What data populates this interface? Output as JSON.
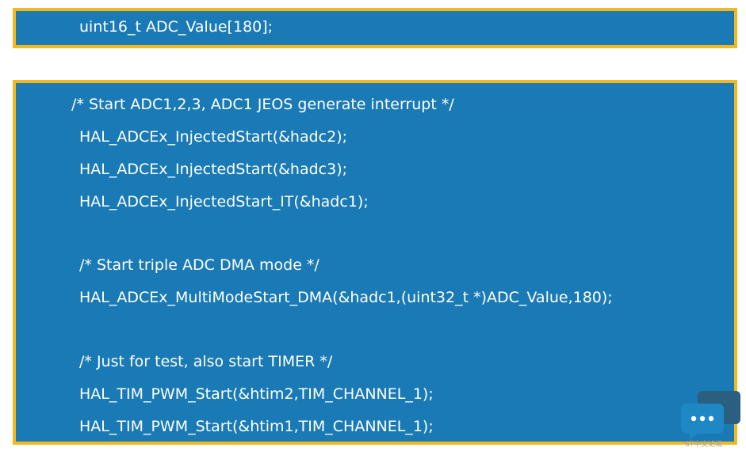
{
  "declaration_box": {
    "line": "uint16_t ADC_Value[180];"
  },
  "code_box": {
    "lines": [
      "/* Start ADC1,2,3, ADC1 JEOS generate interrupt */",
      "HAL_ADCEx_InjectedStart(&hadc2);",
      "HAL_ADCEx_InjectedStart(&hadc3);",
      "HAL_ADCEx_InjectedStart_IT(&hadc1);",
      "/* Start triple ADC DMA mode */",
      "HAL_ADCEx_MultiModeStart_DMA(&hadc1,(uint32_t *)ADC_Value,180);",
      "/* Just for test, also start TIMER */",
      "HAL_TIM_PWM_Start(&htim2,TIM_CHANNEL_1);",
      "HAL_TIM_PWM_Start(&htim1,TIM_CHANNEL_1);"
    ]
  },
  "watermark": {
    "icon": "chat-bubble-icon",
    "text": "ST中文论坛"
  },
  "colors": {
    "box_fill": "#1a7ab5",
    "box_border": "#f2b81d",
    "text": "#ffffff"
  }
}
